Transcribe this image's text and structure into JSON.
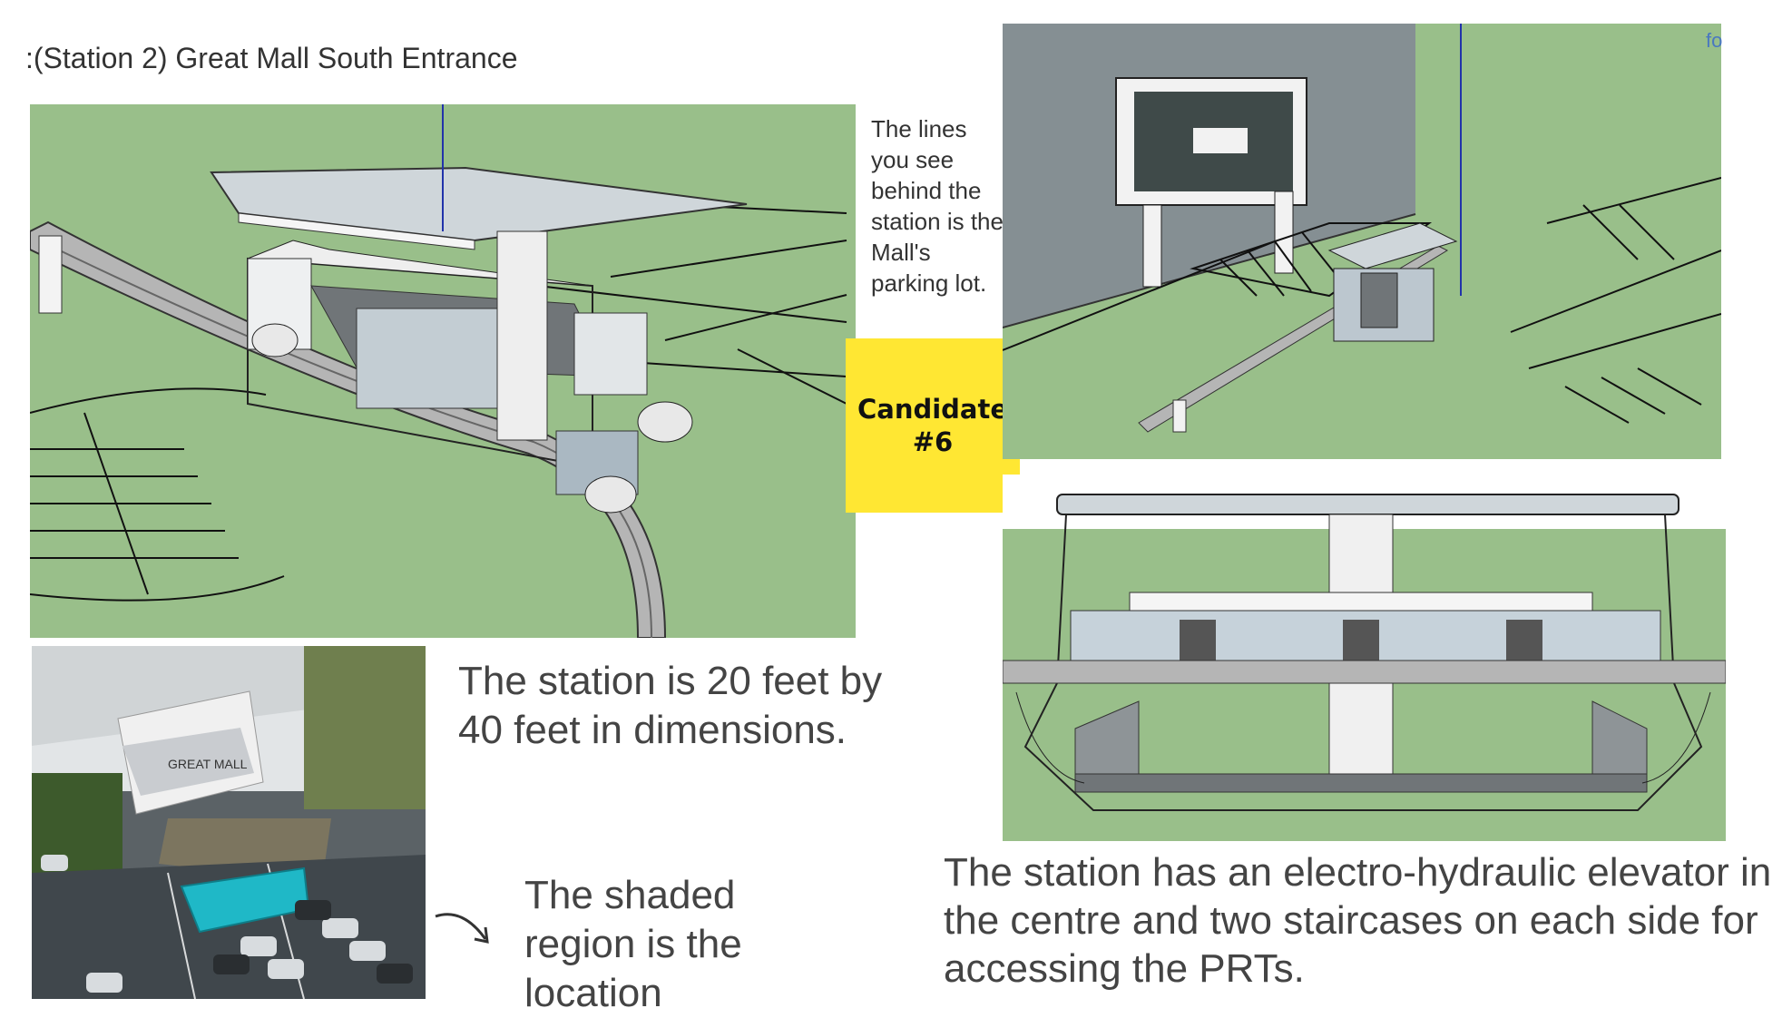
{
  "title": ":(Station 2) Great Mall South Entrance",
  "note": "The lines you see behind the station is the Mall's parking lot.",
  "badge": {
    "line1": "Candidate",
    "line2": "#6",
    "color": "#ffe733"
  },
  "dimensions_text": "The station is 20 feet by 40 feet in dimensions.",
  "shaded_text": "The shaded region is the location",
  "elevator_text": "The station has an electro-hydraulic elevator in the centre and two staircases on each side for accessing the PRTs.",
  "corner_text": "fo",
  "sign_text": "GREAT MALL",
  "colors": {
    "grass": "#99bf8a",
    "wall": "#858f93",
    "highlight": "#1fb8c7"
  }
}
